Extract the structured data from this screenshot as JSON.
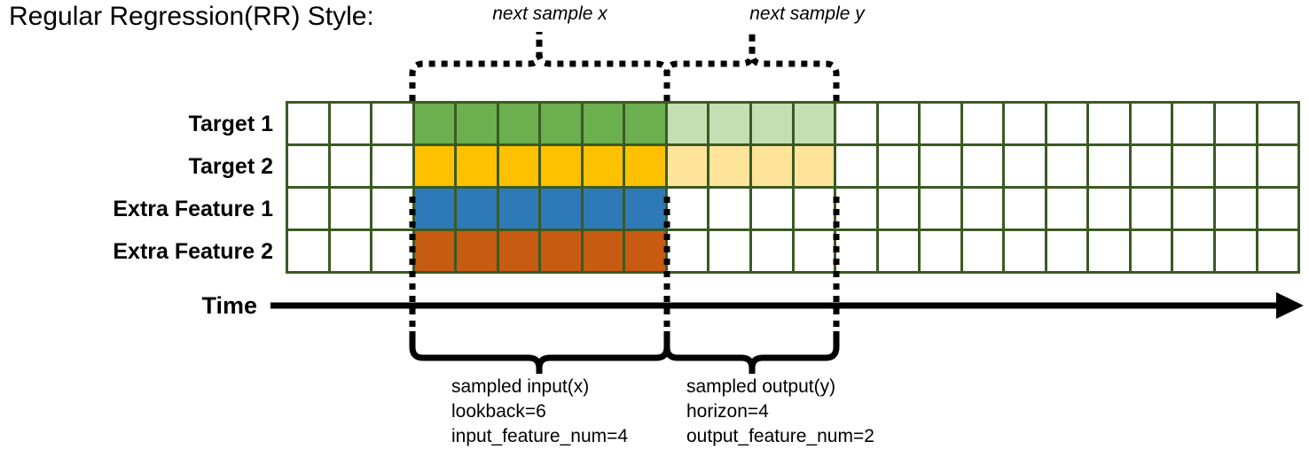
{
  "title": "Regular Regression(RR) Style:",
  "row_labels": [
    "Target 1",
    "Target 2",
    "Extra Feature 1",
    "Extra Feature 2"
  ],
  "axis": {
    "label": "Time",
    "arrow_direction": "right"
  },
  "top_braces": [
    {
      "label": "next sample x",
      "span_start_col": 3,
      "span_end_col": 9
    },
    {
      "label": "next sample y",
      "span_start_col": 9,
      "span_end_col": 13
    }
  ],
  "bottom_braces": [
    {
      "lines": [
        "sampled input(x)",
        "lookback=6",
        "input_feature_num=4"
      ],
      "span_start_col": 3,
      "span_end_col": 9
    },
    {
      "lines": [
        "sampled output(y)",
        "horizon=4",
        "output_feature_num=2"
      ],
      "span_start_col": 9,
      "span_end_col": 13
    }
  ],
  "grid": {
    "columns": 24,
    "rows": 4,
    "cells": [
      [
        "white",
        "white",
        "white",
        "green",
        "green",
        "green",
        "green",
        "green",
        "green",
        "lgreen",
        "lgreen",
        "lgreen",
        "lgreen",
        "white",
        "white",
        "white",
        "white",
        "white",
        "white",
        "white",
        "white",
        "white",
        "white",
        "white"
      ],
      [
        "white",
        "white",
        "white",
        "yellow",
        "yellow",
        "yellow",
        "yellow",
        "yellow",
        "yellow",
        "lyellow",
        "lyellow",
        "lyellow",
        "lyellow",
        "white",
        "white",
        "white",
        "white",
        "white",
        "white",
        "white",
        "white",
        "white",
        "white",
        "white"
      ],
      [
        "white",
        "white",
        "white",
        "blue",
        "blue",
        "blue",
        "blue",
        "blue",
        "blue",
        "white",
        "white",
        "white",
        "white",
        "white",
        "white",
        "white",
        "white",
        "white",
        "white",
        "white",
        "white",
        "white",
        "white",
        "white"
      ],
      [
        "white",
        "white",
        "white",
        "orange",
        "orange",
        "orange",
        "orange",
        "orange",
        "orange",
        "white",
        "white",
        "white",
        "white",
        "white",
        "white",
        "white",
        "white",
        "white",
        "white",
        "white",
        "white",
        "white",
        "white",
        "white"
      ]
    ]
  },
  "colors": {
    "border": "#3b5a22",
    "green": "#6caf4e",
    "light_green": "#c5dfb4",
    "yellow": "#fdc100",
    "light_yellow": "#ffe49a",
    "blue": "#2e79b8",
    "orange": "#c75b11",
    "white": "#ffffff",
    "line": "#000000"
  }
}
